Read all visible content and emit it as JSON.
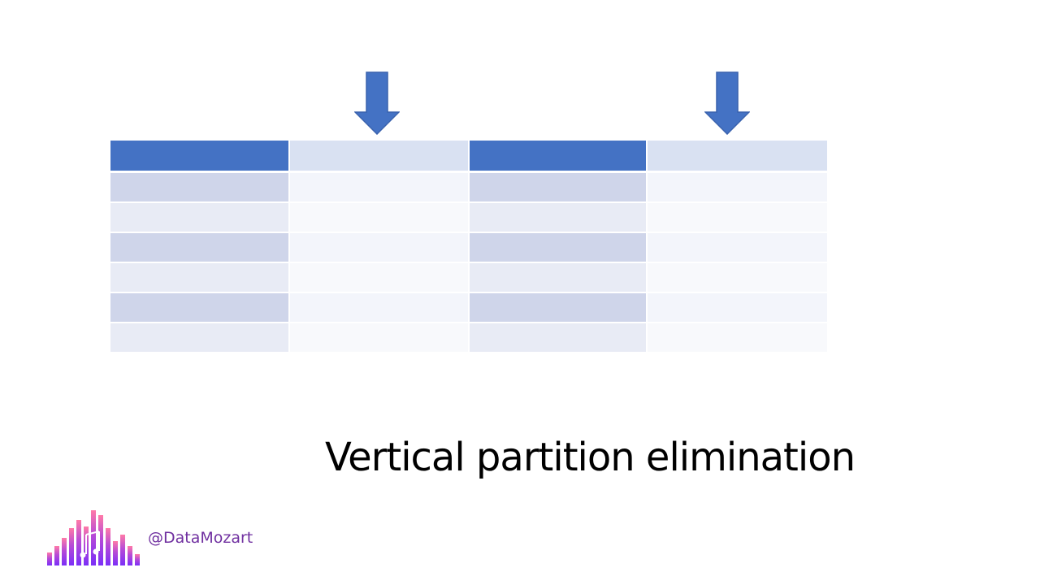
{
  "slide": {
    "title": "Vertical partition elimination",
    "handle": "@DataMozart"
  },
  "colors": {
    "arrow": "#4472c4",
    "header_dark": "#4472c4",
    "header_light": "#d9e1f2",
    "handle_text": "#7030a0"
  },
  "icons": {
    "arrows": [
      "down-arrow-icon",
      "down-arrow-icon"
    ],
    "logo": "datamozart-logo-icon"
  },
  "table": {
    "columns": 4,
    "rows": 6,
    "highlighted_columns": [
      2,
      4
    ]
  }
}
